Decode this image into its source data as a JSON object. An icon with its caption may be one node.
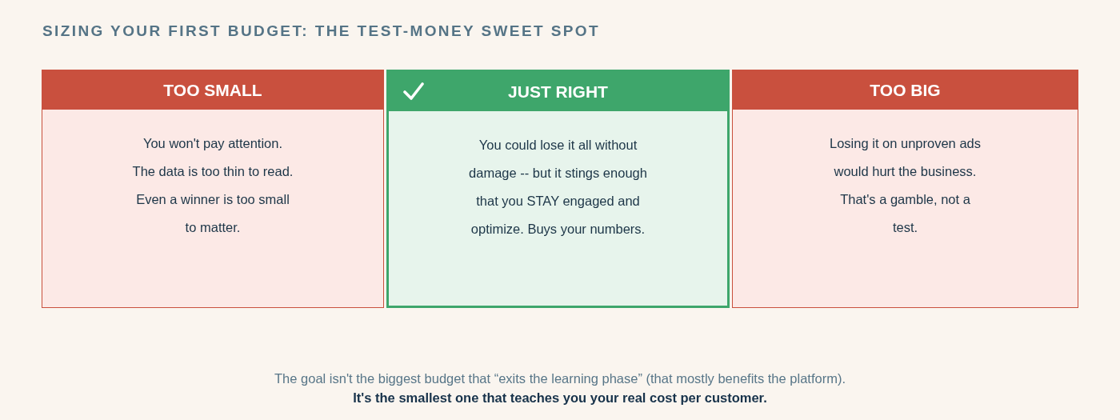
{
  "diagram": {
    "title": "SIZING YOUR FIRST BUDGET: THE TEST-MONEY SWEET SPOT",
    "nodes": [
      {
        "text": [
          "TOO SMALL",
          "You won't pay attention. The data is too thin to read. Even a winner is too small to matter."
        ]
      },
      {
        "text": [
          "JUST RIGHT",
          "You could lose it all without damage -- but it stings enough that you STAY engaged and optimize. Buys your numbers."
        ]
      },
      {
        "text": [
          "TOO BIG",
          "Losing it on unproven ads would hurt the business. That's a gamble, not a test."
        ]
      }
    ],
    "edges": [],
    "labels": [
      "The goal isn't the biggest budget that “exits the learning phase” (that mostly benefits the platform).",
      "It's the smallest one that teaches you your real cost per customer."
    ]
  }
}
